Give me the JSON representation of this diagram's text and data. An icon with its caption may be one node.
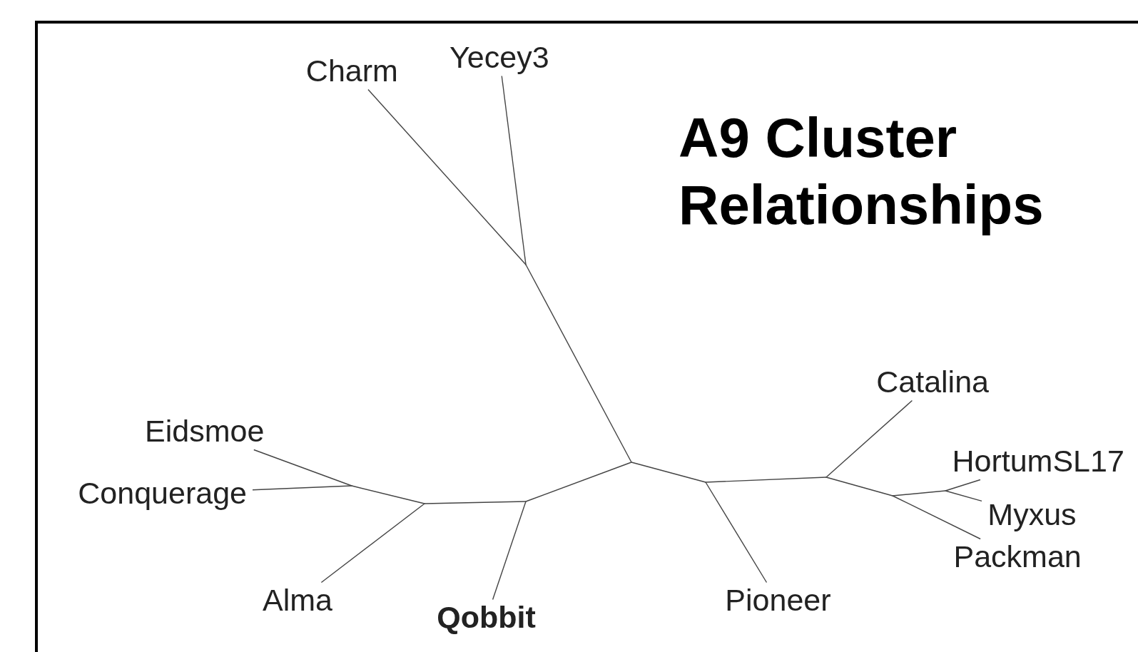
{
  "diagram": {
    "title": "A9 Cluster Relationships",
    "nodes": [
      {
        "text": [
          "Charm"
        ]
      },
      {
        "text": [
          "Yecey3"
        ]
      },
      {
        "text": [
          "Catalina"
        ]
      },
      {
        "text": [
          "HortumSL17"
        ]
      },
      {
        "text": [
          "Eidsmoe"
        ]
      },
      {
        "text": [
          "Myxus"
        ]
      },
      {
        "text": [
          "Conquerage"
        ]
      },
      {
        "text": [
          "Packman"
        ]
      },
      {
        "text": [
          "Alma"
        ]
      },
      {
        "text": [
          "Pioneer"
        ]
      },
      {
        "text": [
          "Qobbit"
        ]
      },
      {
        "text": [],
        "shape": "point"
      },
      {
        "text": [],
        "shape": "point"
      },
      {
        "text": [],
        "shape": "point"
      },
      {
        "text": [],
        "shape": "point"
      },
      {
        "text": [],
        "shape": "point"
      },
      {
        "text": [],
        "shape": "point"
      },
      {
        "text": [],
        "shape": "point"
      },
      {
        "text": [],
        "shape": "point"
      },
      {
        "text": [],
        "shape": "point"
      }
    ],
    "edges": [
      {
        "from": 11,
        "to": 0,
        "arrow": "none"
      },
      {
        "from": 11,
        "to": 1,
        "arrow": "none"
      },
      {
        "from": 15,
        "to": 11,
        "arrow": "none"
      },
      {
        "from": 12,
        "to": 4,
        "arrow": "none"
      },
      {
        "from": 12,
        "to": 6,
        "arrow": "none"
      },
      {
        "from": 13,
        "to": 12,
        "arrow": "none"
      },
      {
        "from": 13,
        "to": 8,
        "arrow": "none"
      },
      {
        "from": 14,
        "to": 13,
        "arrow": "none"
      },
      {
        "from": 14,
        "to": 10,
        "arrow": "none"
      },
      {
        "from": 15,
        "to": 14,
        "arrow": "none"
      },
      {
        "from": 15,
        "to": 16,
        "arrow": "none"
      },
      {
        "from": 16,
        "to": 9,
        "arrow": "none"
      },
      {
        "from": 16,
        "to": 17,
        "arrow": "none"
      },
      {
        "from": 17,
        "to": 2,
        "arrow": "none"
      },
      {
        "from": 17,
        "to": 18,
        "arrow": "none"
      },
      {
        "from": 18,
        "to": 19,
        "arrow": "none"
      },
      {
        "from": 18,
        "to": 7,
        "arrow": "none"
      },
      {
        "from": 19,
        "to": 3,
        "arrow": "none"
      },
      {
        "from": 19,
        "to": 5,
        "arrow": "none"
      }
    ]
  }
}
